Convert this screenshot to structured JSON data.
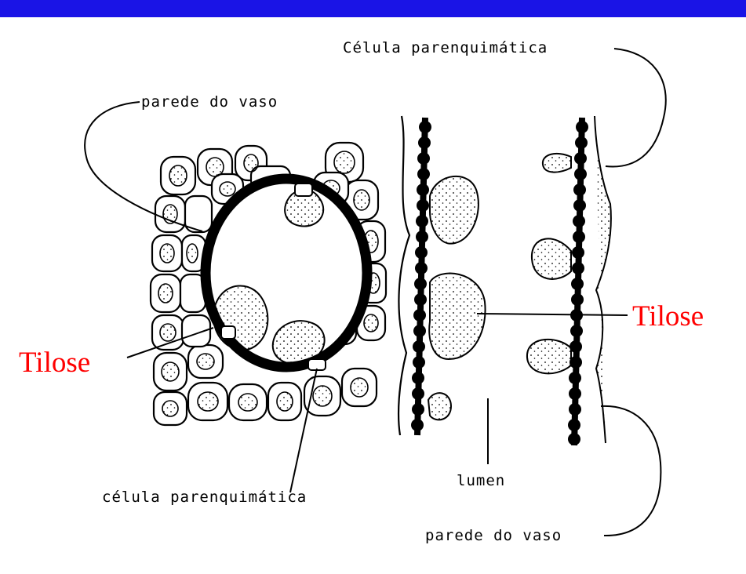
{
  "slide": {
    "bar_color": "#1a14e6",
    "accent_color": "#ff0000"
  },
  "labels": {
    "parede_top": "parede do vaso",
    "celula_top": "Célula parenquimática",
    "tilose_left": "Tilose",
    "tilose_right": "Tilose",
    "celula_bottom": "célula parenquimática",
    "lumen": "lumen",
    "parede_bottom": "parede do vaso"
  }
}
